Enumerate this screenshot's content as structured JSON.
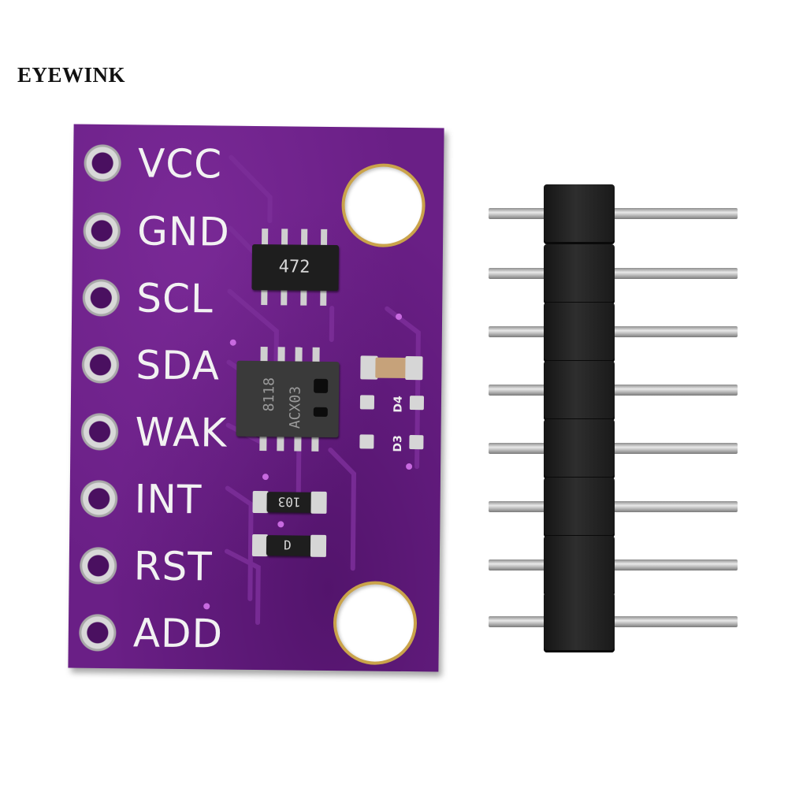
{
  "watermark": "EYEWINK",
  "board": {
    "color": "#6a1f86",
    "pins": [
      "VCC",
      "GND",
      "SCL",
      "SDA",
      "WAK",
      "INT",
      "RST",
      "ADD"
    ],
    "resistor_array_marking": "472",
    "sensor_chip_marking_line1": "8118",
    "sensor_chip_marking_line2": "ACX03",
    "resistor_marking": "103",
    "diode_marking": "D",
    "label_d4": "D4",
    "label_d3": "D3"
  },
  "header": {
    "pin_count": 8,
    "housing_color": "#1a1a1a",
    "pin_color": "#c8c8c8"
  }
}
